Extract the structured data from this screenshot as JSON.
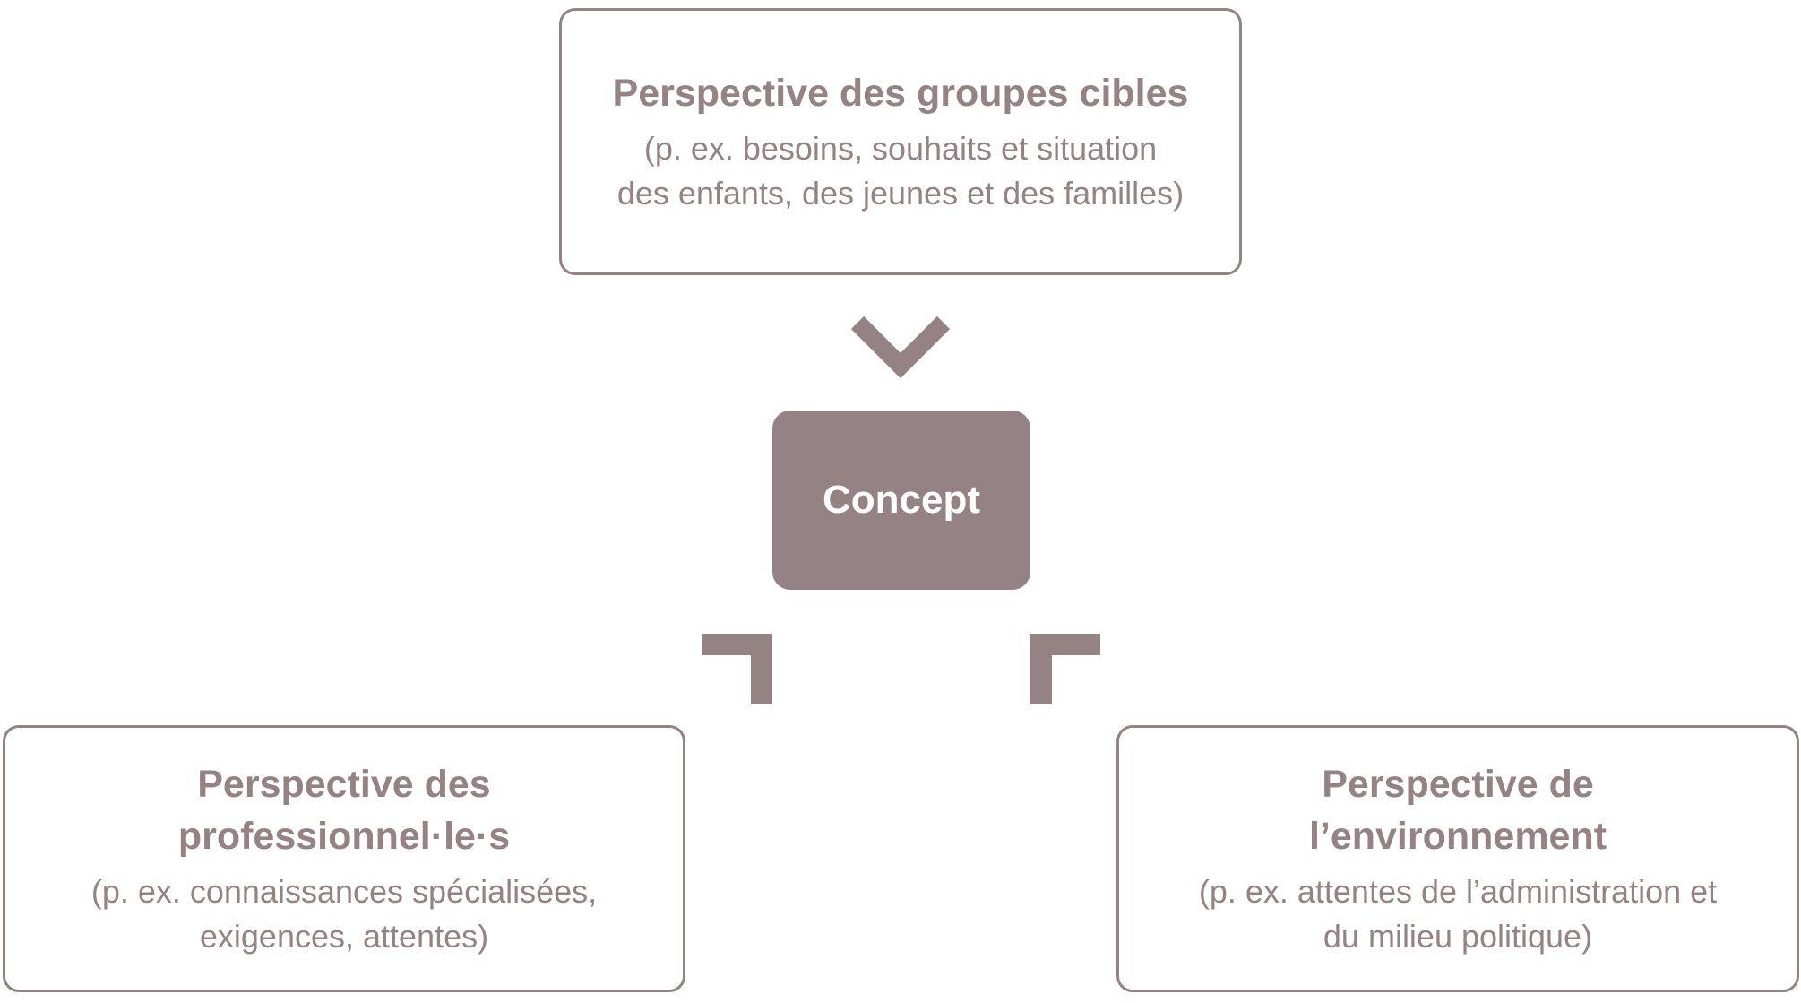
{
  "colors": {
    "accent": "#958283",
    "background": "#ffffff",
    "concept_text": "#ffffff"
  },
  "top_box": {
    "title": "Perspective des groupes cibles",
    "desc_lines": [
      "(p. ex. besoins, souhaits et situation",
      "des enfants, des jeunes et des familles)"
    ]
  },
  "concept": {
    "label": "Concept"
  },
  "left_box": {
    "title_lines": [
      "Perspective des",
      "professionnel·le·s"
    ],
    "desc_lines": [
      "(p. ex. connaissances spécialisées,",
      "exigences, attentes)"
    ]
  },
  "right_box": {
    "title_lines": [
      "Perspective de",
      "l’environnement"
    ],
    "desc_lines": [
      "(p. ex. attentes de l’administration et",
      "du milieu politique)"
    ]
  },
  "arrows": {
    "top": "chevron-down-icon",
    "left": "corner-arrow-up-right-icon",
    "right": "corner-arrow-up-left-icon"
  }
}
